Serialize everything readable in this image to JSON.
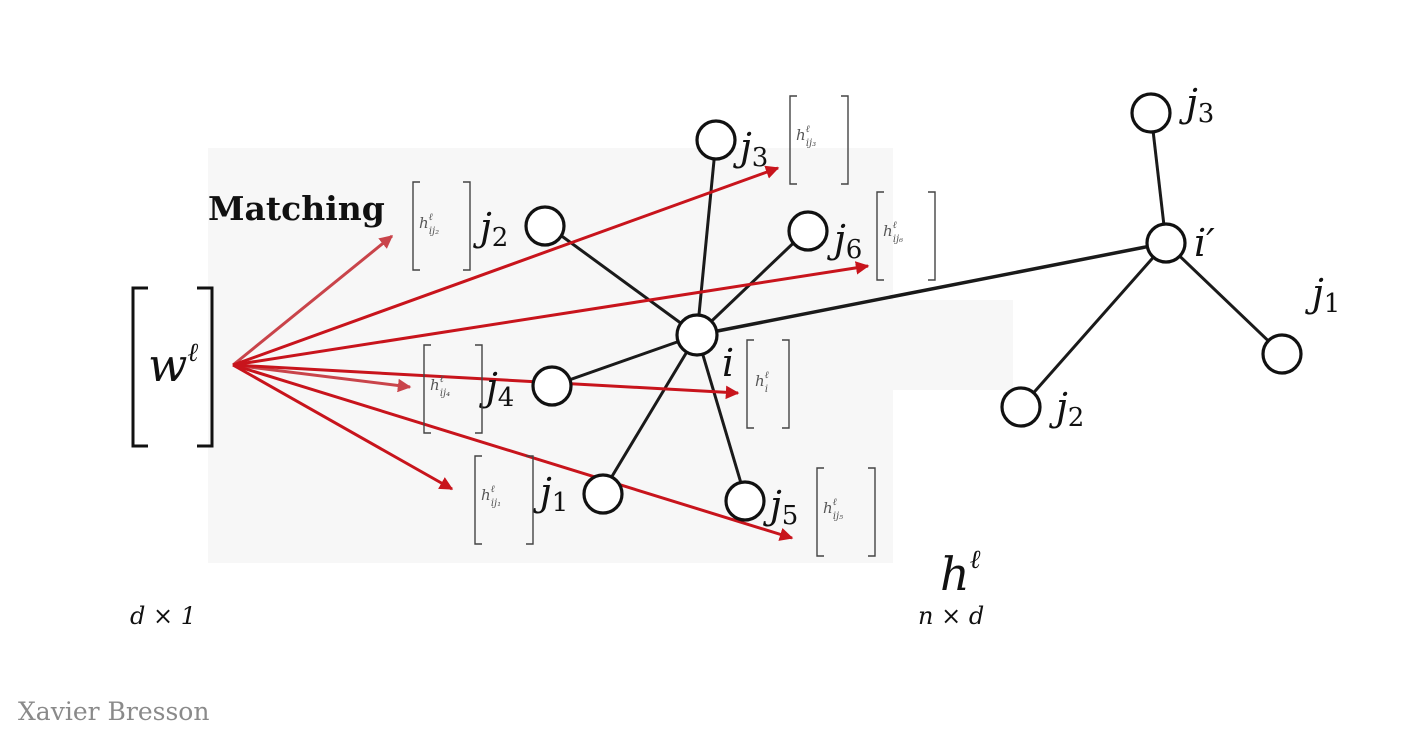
{
  "title": "Matching",
  "weight_vector": {
    "symbol": "w",
    "superscript": "ℓ",
    "dimension": "d × 1"
  },
  "feature_matrix": {
    "symbol": "h",
    "superscript": "ℓ",
    "dimension": "n × d"
  },
  "center_node": {
    "label": "i",
    "feature": "h",
    "feature_sup": "ℓ",
    "feature_sub": "i"
  },
  "neighbors": [
    {
      "label": "j",
      "label_sub": "1",
      "feature_sub": "ij₁"
    },
    {
      "label": "j",
      "label_sub": "2",
      "feature_sub": "ij₂"
    },
    {
      "label": "j",
      "label_sub": "3",
      "feature_sub": "ij₃"
    },
    {
      "label": "j",
      "label_sub": "4",
      "feature_sub": "ij₄"
    },
    {
      "label": "j",
      "label_sub": "5",
      "feature_sub": "ij₅"
    },
    {
      "label": "j",
      "label_sub": "6",
      "feature_sub": "ij₆"
    }
  ],
  "second_graph": {
    "center_label": "i′",
    "neighbors": [
      {
        "label": "j",
        "label_sub": "1"
      },
      {
        "label": "j",
        "label_sub": "2"
      },
      {
        "label": "j",
        "label_sub": "3"
      }
    ]
  },
  "author": "Xavier Bresson",
  "colors": {
    "arrow": "#c8141c",
    "node_stroke": "#111111",
    "edge": "#1a1a1a"
  }
}
